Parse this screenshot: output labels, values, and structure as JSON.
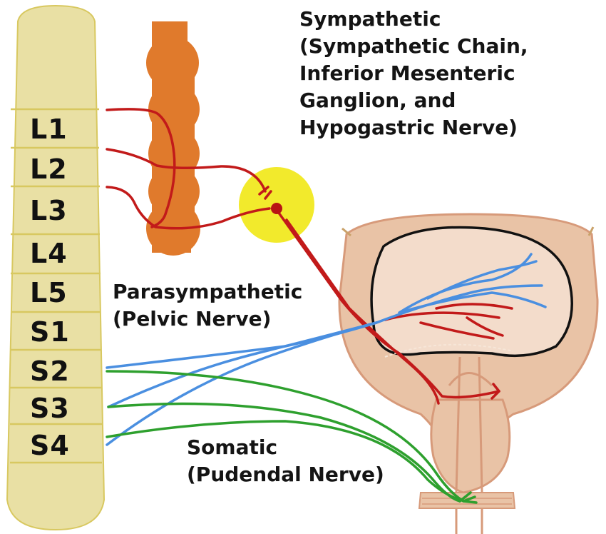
{
  "spinal_segments": [
    "L1",
    "L2",
    "L3",
    "L4",
    "L5",
    "S1",
    "S2",
    "S3",
    "S4"
  ],
  "labels": {
    "sympathetic": [
      "Sympathetic",
      "(Sympathetic Chain,",
      "Inferior Mesenteric",
      "Ganglion, and",
      "Hypogastric Nerve)"
    ],
    "parasympathetic": [
      "Parasympathetic",
      "(Pelvic Nerve)"
    ],
    "somatic": [
      "Somatic",
      "(Pudendal Nerve)"
    ]
  },
  "colors": {
    "spinal_cord": "#e9e0a4",
    "spinal_outline": "#d8c860",
    "sympathetic_chain": "#e07a2c",
    "ganglion": "#f2ea2c",
    "sympathetic_nerve": "#c21a1a",
    "parasympathetic_nerve": "#4a8fe0",
    "somatic_nerve": "#2ea02e",
    "bladder_wall": "#e9c3a6",
    "bladder_lumen": "#f3dccb"
  }
}
